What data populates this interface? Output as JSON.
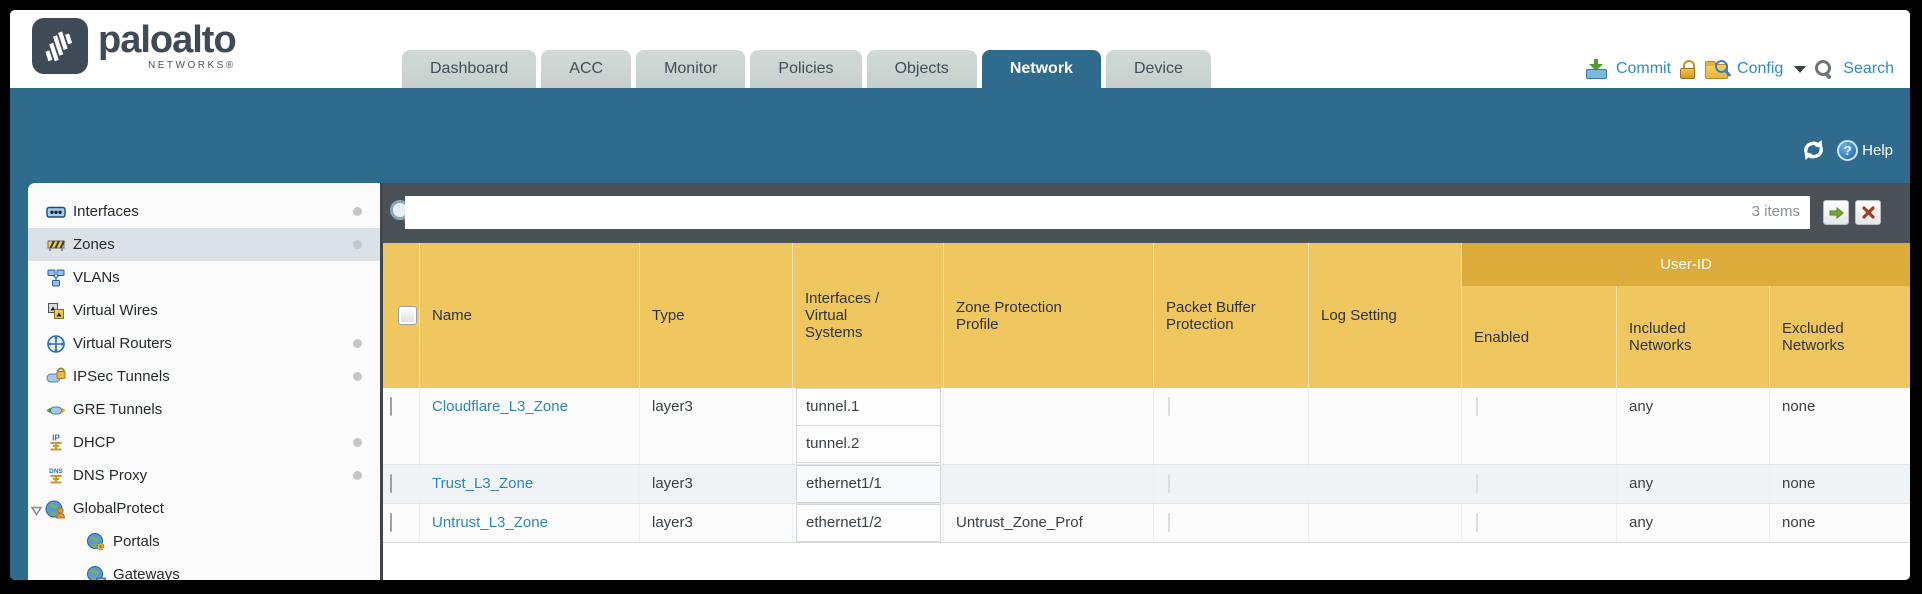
{
  "colors": {
    "teal_band": "#2f6b8d",
    "header_gold": "#f0c65e",
    "user_id_band": "#dcab39",
    "filter_bar": "#4a5157",
    "link_blue": "#2f86b3",
    "action_link_blue": "#2f8dbd"
  },
  "brand": {
    "name": "paloalto",
    "sub": "NETWORKS®"
  },
  "tabs": [
    {
      "label": "Dashboard",
      "active": false
    },
    {
      "label": "ACC",
      "active": false
    },
    {
      "label": "Monitor",
      "active": false
    },
    {
      "label": "Policies",
      "active": false
    },
    {
      "label": "Objects",
      "active": false
    },
    {
      "label": "Network",
      "active": true
    },
    {
      "label": "Device",
      "active": false
    }
  ],
  "top_actions": {
    "commit": "Commit",
    "config": "Config",
    "search": "Search",
    "icons": [
      "commit-icon",
      "lock-icon",
      "config-icon",
      "caret-down-icon",
      "search-icon"
    ]
  },
  "band": {
    "help": "Help",
    "icons": [
      "refresh-icon",
      "help-icon"
    ]
  },
  "sidebar": {
    "items": [
      {
        "label": "Interfaces",
        "icon": "interfaces-icon",
        "dot": true,
        "selected": false
      },
      {
        "label": "Zones",
        "icon": "zones-icon",
        "dot": true,
        "selected": true
      },
      {
        "label": "VLANs",
        "icon": "vlans-icon",
        "dot": false
      },
      {
        "label": "Virtual Wires",
        "icon": "virtual-wires-icon",
        "dot": false
      },
      {
        "label": "Virtual Routers",
        "icon": "virtual-routers-icon",
        "dot": true
      },
      {
        "label": "IPSec Tunnels",
        "icon": "ipsec-tunnels-icon",
        "dot": true
      },
      {
        "label": "GRE Tunnels",
        "icon": "gre-tunnels-icon",
        "dot": false
      },
      {
        "label": "DHCP",
        "icon": "dhcp-icon",
        "dot": true
      },
      {
        "label": "DNS Proxy",
        "icon": "dns-proxy-icon",
        "dot": true
      },
      {
        "label": "GlobalProtect",
        "icon": "globalprotect-icon",
        "dot": false,
        "expanded": true
      },
      {
        "label": "Portals",
        "icon": "portals-icon",
        "indent": 1
      },
      {
        "label": "Gateways",
        "icon": "gateways-icon",
        "indent": 1
      }
    ]
  },
  "filter": {
    "value": "",
    "count": "3 items"
  },
  "table": {
    "group_header": "User-ID",
    "columns": {
      "name": "Name",
      "type": "Type",
      "interfaces": "Interfaces / Virtual Systems",
      "zone_protection": "Zone Protection Profile",
      "packet_buffer": "Packet Buffer Protection",
      "log_setting": "Log Setting",
      "enabled": "Enabled",
      "included": "Included Networks",
      "excluded": "Excluded Networks"
    },
    "rows": [
      {
        "name": "Cloudflare_L3_Zone",
        "type": "layer3",
        "interfaces": [
          "tunnel.1",
          "tunnel.2"
        ],
        "zone_protection": "",
        "log_setting": "",
        "included": "any",
        "excluded": "none"
      },
      {
        "name": "Trust_L3_Zone",
        "type": "layer3",
        "interfaces": [
          "ethernet1/1"
        ],
        "zone_protection": "",
        "log_setting": "",
        "included": "any",
        "excluded": "none"
      },
      {
        "name": "Untrust_L3_Zone",
        "type": "layer3",
        "interfaces": [
          "ethernet1/2"
        ],
        "zone_protection": "Untrust_Zone_Prof",
        "log_setting": "",
        "included": "any",
        "excluded": "none"
      }
    ]
  }
}
